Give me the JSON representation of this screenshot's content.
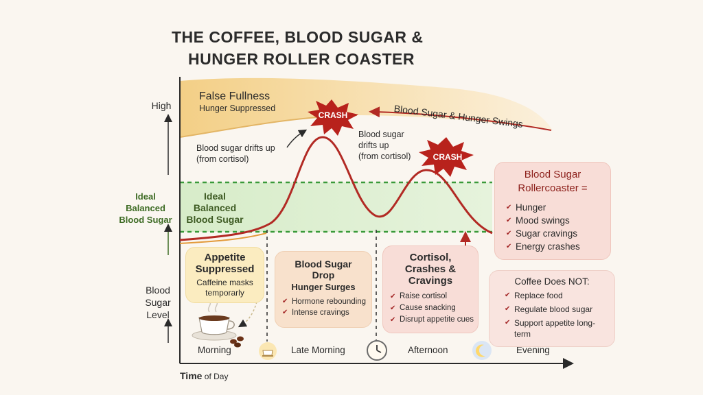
{
  "title": {
    "line1": "THE COFFEE, BLOOD SUGAR &",
    "line2": "HUNGER ROLLER COASTER"
  },
  "y_axis": {
    "high_label": "High",
    "ideal_label": [
      "Ideal",
      "Balanced",
      "Blood Sugar"
    ],
    "bottom_label": [
      "Blood",
      "Sugar",
      "Level"
    ]
  },
  "x_axis": {
    "label_bold": "Time",
    "label_rest": " of Day",
    "periods": [
      "Morning",
      "Late Morning",
      "Afternoon",
      "Evening"
    ]
  },
  "top_band": {
    "title": "False Fullness",
    "subtitle": "Hunger Suppressed",
    "swings_label": "Blood Sugar & Hunger Swings"
  },
  "crash_label": "CRASH",
  "notes": {
    "drift1": [
      "Blood sugar drifts up",
      "(from cortisol)"
    ],
    "drift2": [
      "Blood sugar",
      "drifts up",
      "(from cortisol)"
    ]
  },
  "ideal_zone": [
    "Ideal",
    "Balanced",
    "Blood Sugar"
  ],
  "cards": {
    "appetite": {
      "title": [
        "Appetite",
        "Suppressed"
      ],
      "body": [
        "Caffeine masks",
        "temporarly"
      ]
    },
    "drop": {
      "title": [
        "Blood Sugar",
        "Drop"
      ],
      "subtitle": "Hunger Surges",
      "items": [
        "Hormone rebounding",
        "Intense cravings"
      ]
    },
    "cortisol": {
      "title": [
        "Cortisol,",
        "Crashes &",
        "Cravings"
      ],
      "items": [
        "Raise cortisol",
        "Cause snacking",
        "Disrupt appetite cues"
      ]
    },
    "rollercoaster": {
      "title": [
        "Blood Sugar",
        "Rollercoaster ="
      ],
      "items": [
        "Hunger",
        "Mood swings",
        "Sugar cravings",
        "Energy crashes"
      ]
    },
    "coffee_not": {
      "title": "Coffee Does NOT:",
      "items": [
        "Replace food",
        "Regulate blood sugar",
        "Support appetite long-term"
      ]
    }
  },
  "colors": {
    "curve": "#b22a24",
    "ideal_band": "#dcefd2",
    "ideal_border": "#3a9a3a",
    "top_band": "#f6d79a",
    "crash": "#b8221c"
  }
}
